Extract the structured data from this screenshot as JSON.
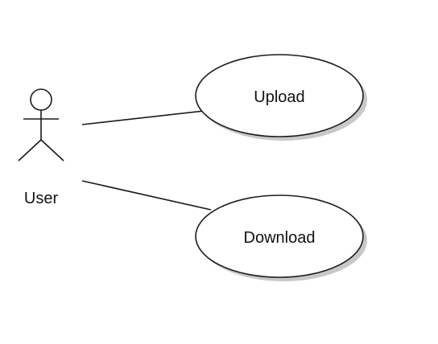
{
  "diagram": {
    "actor": {
      "label": "User"
    },
    "use_cases": [
      {
        "label": "Upload"
      },
      {
        "label": "Download"
      }
    ],
    "colors": {
      "line": "#1a1a1a",
      "fill": "#ffffff",
      "shadow": "#c8c8c8",
      "background": "#ffffff"
    }
  }
}
